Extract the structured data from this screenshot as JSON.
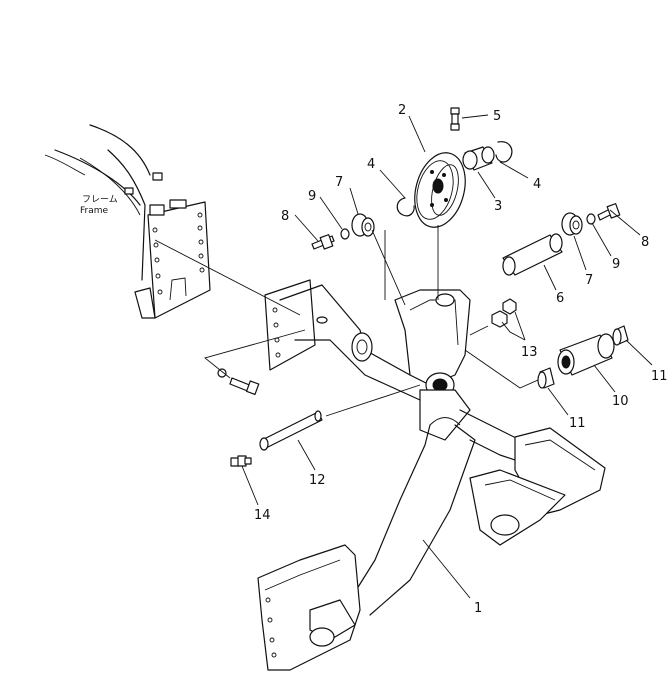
{
  "frame_label": {
    "japanese": "フレーム",
    "english": "Frame"
  },
  "callouts": [
    {
      "id": "c1",
      "label": "1"
    },
    {
      "id": "c2",
      "label": "2"
    },
    {
      "id": "c3",
      "label": "3"
    },
    {
      "id": "c4a",
      "label": "4"
    },
    {
      "id": "c4b",
      "label": "4"
    },
    {
      "id": "c5",
      "label": "5"
    },
    {
      "id": "c6",
      "label": "6"
    },
    {
      "id": "c7a",
      "label": "7"
    },
    {
      "id": "c7b",
      "label": "7"
    },
    {
      "id": "c8a",
      "label": "8"
    },
    {
      "id": "c8b",
      "label": "8"
    },
    {
      "id": "c9a",
      "label": "9"
    },
    {
      "id": "c9b",
      "label": "9"
    },
    {
      "id": "c10",
      "label": "10"
    },
    {
      "id": "c11a",
      "label": "11"
    },
    {
      "id": "c11b",
      "label": "11"
    },
    {
      "id": "c12",
      "label": "12"
    },
    {
      "id": "c13",
      "label": "13"
    },
    {
      "id": "c14",
      "label": "14"
    }
  ]
}
